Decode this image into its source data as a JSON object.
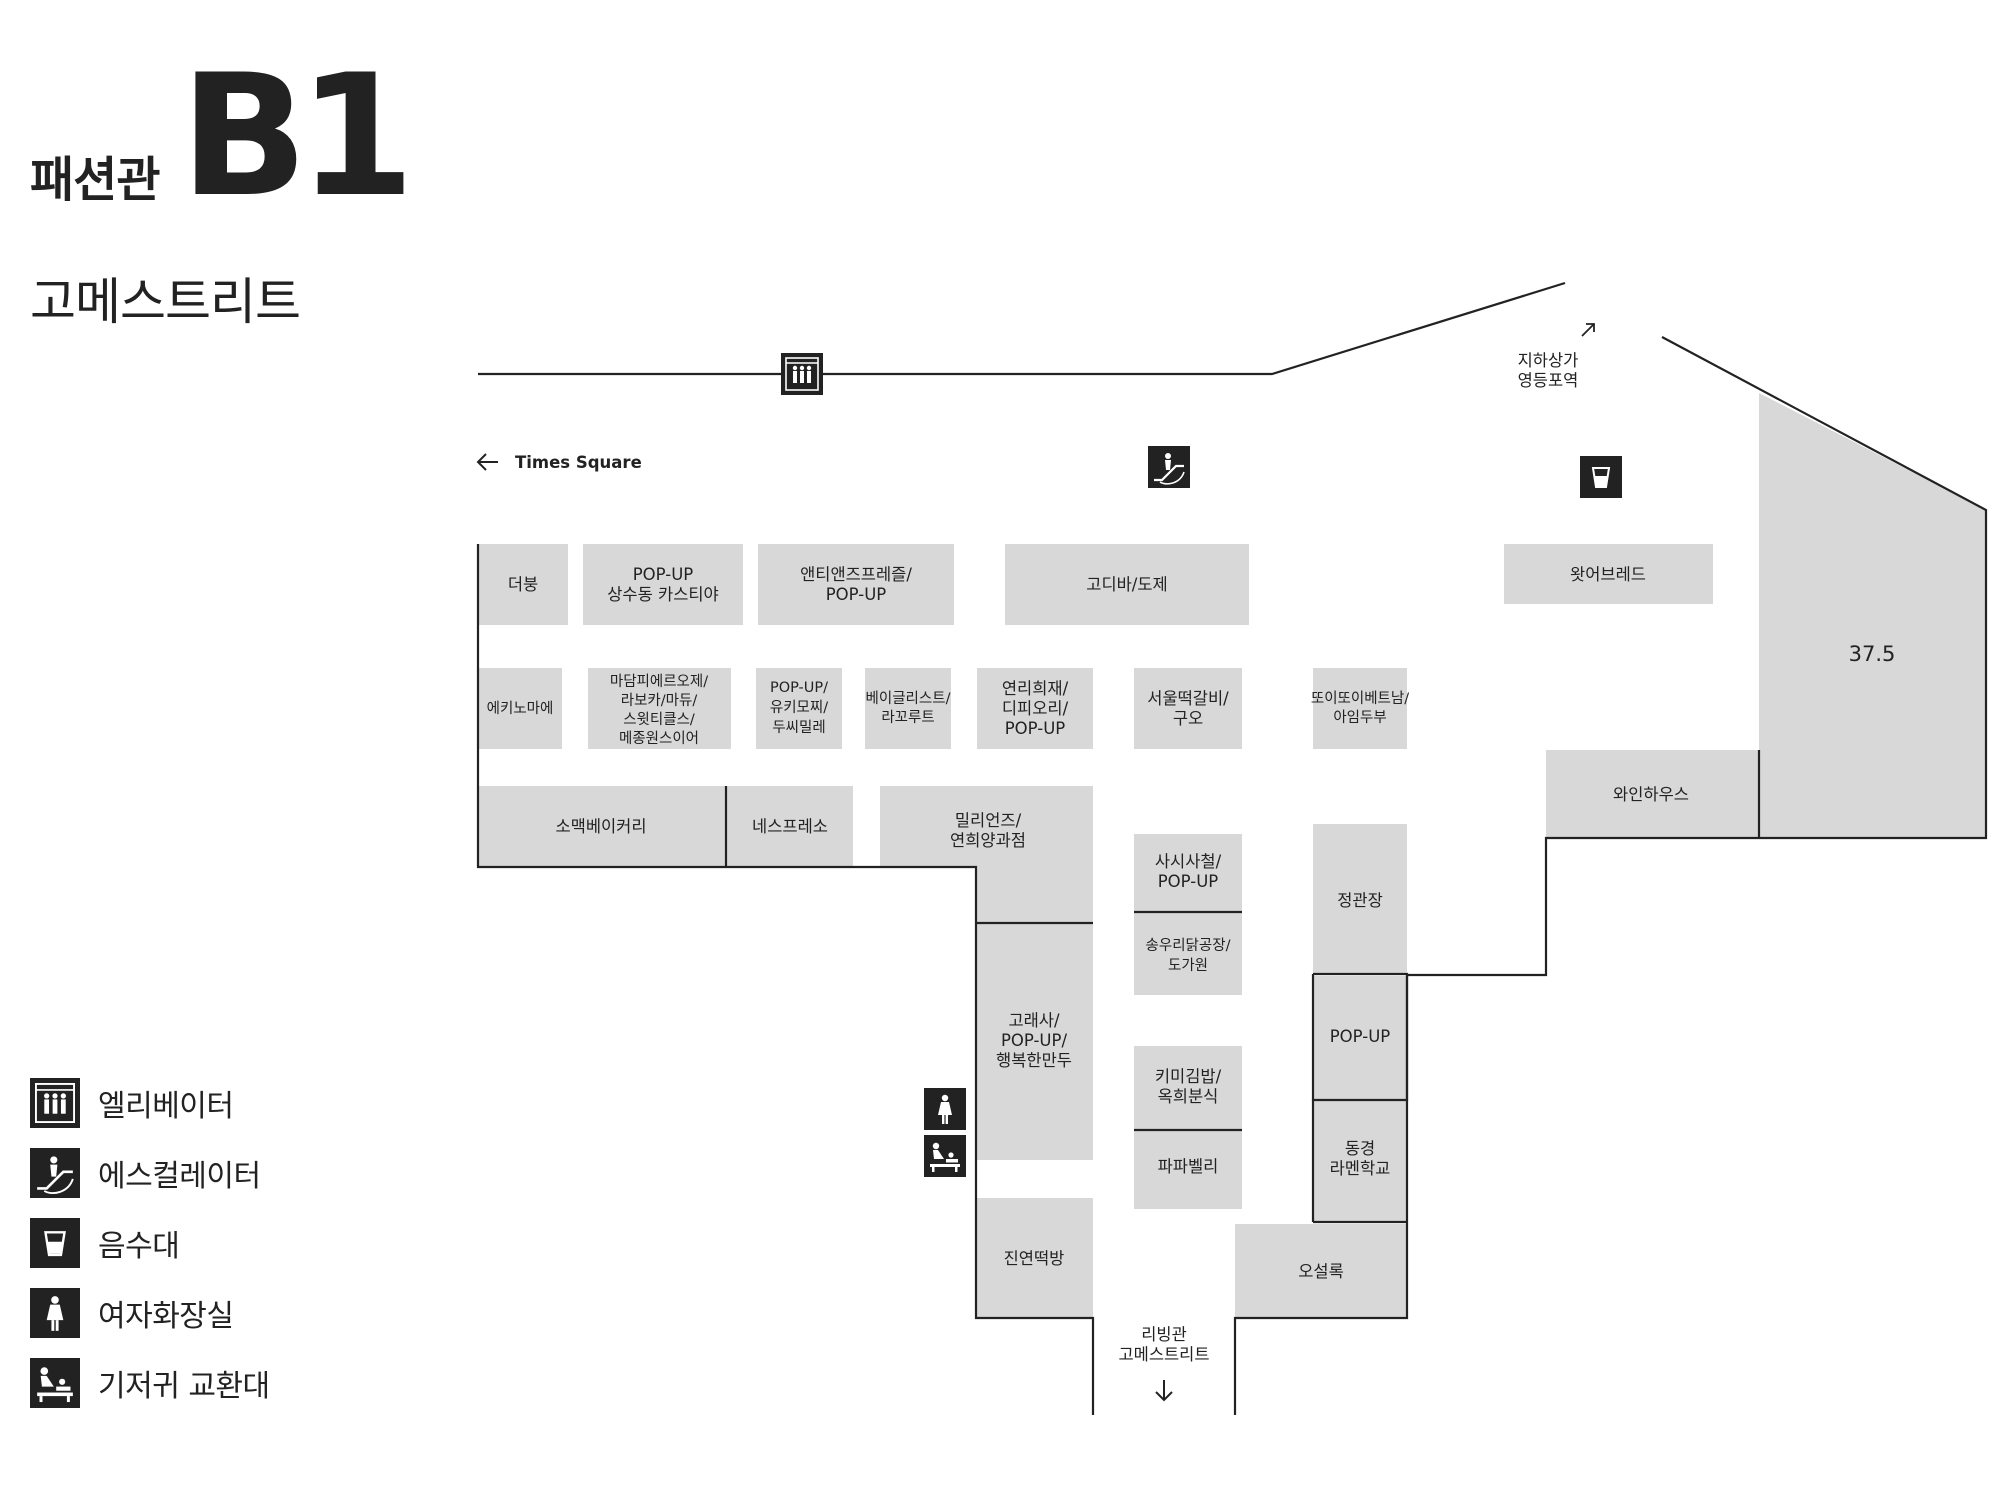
{
  "header": {
    "building": "패션관",
    "floor": "B1",
    "zone": "고메스트리트"
  },
  "directions": {
    "times_square": "Times Square",
    "underground_line1": "지하상가",
    "underground_line2": "영등포역",
    "living_line1": "리빙관",
    "living_line2": "고메스트리트"
  },
  "stores": {
    "deobung": "더붕",
    "popup_kastia_1": "POP-UP",
    "popup_kastia_2": "상수동 카스티야",
    "auntie_1": "앤티앤즈프레즐/",
    "auntie_2": "POP-UP",
    "godiva": "고디바/도제",
    "whyabread": "왓어브레드",
    "ekinomae": "에키노마에",
    "madam_1": "마담피에르오제/",
    "madam_2": "라보카/마듀/",
    "madam_3": "스윗티클스/",
    "madam_4": "메종원스이어",
    "popup_yuki_1": "POP-UP/",
    "popup_yuki_2": "유키모찌/",
    "popup_yuki_3": "두씨밀레",
    "bagelist_1": "베이글리스트/",
    "bagelist_2": "라꼬루트",
    "yeonri_1": "연리희재/",
    "yeonri_2": "디피오리/",
    "yeonri_3": "POP-UP",
    "seoul_1": "서울떡갈비/",
    "seoul_2": "구오",
    "ttoi_1": "또이또이베트남/",
    "ttoi_2": "아임두부",
    "dimension": "37.5",
    "somaek": "소맥베이커리",
    "nespresso": "네스프레소",
    "million_1": "밀리언즈/",
    "million_2": "연희양과점",
    "winehouse": "와인하우스",
    "sasi_1": "사시사철/",
    "sasi_2": "POP-UP",
    "jeonggwanjang": "정관장",
    "songuri_1": "송우리닭공장/",
    "songuri_2": "도가원",
    "goraesa_1": "고래사/",
    "goraesa_2": "POP-UP/",
    "goraesa_3": "행복한만두",
    "popup_right": "POP-UP",
    "kimi_1": "키미김밥/",
    "kimi_2": "옥희분식",
    "papabelly": "파파벨리",
    "donggyeong_1": "동경",
    "donggyeong_2": "라멘학교",
    "jinyeon": "진연떡방",
    "osulloc": "오설록"
  },
  "legend": [
    {
      "icon": "elevator-icon",
      "label": "엘리베이터"
    },
    {
      "icon": "escalator-icon",
      "label": "에스컬레이터"
    },
    {
      "icon": "water-fountain-icon",
      "label": "음수대"
    },
    {
      "icon": "womens-restroom-icon",
      "label": "여자화장실"
    },
    {
      "icon": "baby-changing-icon",
      "label": "기저귀 교환대"
    }
  ],
  "colors": {
    "store_fill": "#d8d8d8",
    "wall": "#222222",
    "icon_bg": "#222222",
    "background": "#ffffff"
  }
}
